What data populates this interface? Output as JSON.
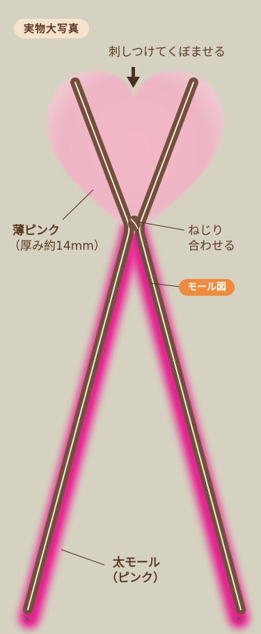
{
  "badge_text": "実物大写真",
  "instruction_text": "刺しつけてくぼませる",
  "heart_label": {
    "line1": "薄ピンク",
    "line2": "（厚み約14mm）"
  },
  "twist_label": {
    "line1": "ねじり",
    "line2": "合わせる"
  },
  "mole_diagram_label": "モール図",
  "stick_label": {
    "line1": "太モール",
    "line2": "（ピンク）"
  },
  "colors": {
    "background": "#d6d2c1",
    "heart_felt": "#f0c3cf",
    "fuzzy_stick": "#e0288f",
    "wire_diagram": "#73503c",
    "text": "#5b3925",
    "badge_fill": "#f4e2cd",
    "pill_fill": "#ef8b3f"
  }
}
